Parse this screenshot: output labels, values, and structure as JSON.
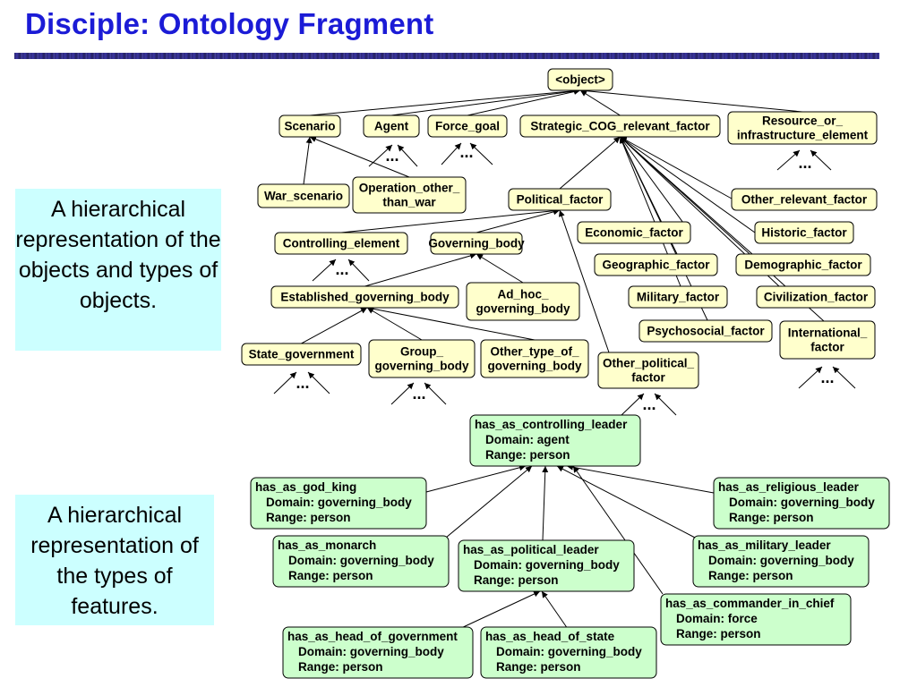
{
  "slide": {
    "title": "Disciple: Ontology Fragment",
    "note_objects": "A hierarchical representation of the objects and types of objects.",
    "note_features": "A hierarchical representation of the types of features."
  },
  "ellipsis": "...",
  "objects": {
    "object": [
      "<object>"
    ],
    "scenario": [
      "Scenario"
    ],
    "agent": [
      "Agent"
    ],
    "force_goal": [
      "Force_goal"
    ],
    "strategic": [
      "Strategic_COG_relevant_factor"
    ],
    "resource": [
      "Resource_or_",
      "infrastructure_element"
    ],
    "war_scenario": [
      "War_scenario"
    ],
    "operation_other": [
      "Operation_other_",
      "than_war"
    ],
    "political_factor": [
      "Political_factor"
    ],
    "other_relevant": [
      "Other_relevant_factor"
    ],
    "controlling_element": [
      "Controlling_element"
    ],
    "governing_body": [
      "Governing_body"
    ],
    "economic": [
      "Economic_factor"
    ],
    "historic": [
      "Historic_factor"
    ],
    "geographic": [
      "Geographic_factor"
    ],
    "demographic": [
      "Demographic_factor"
    ],
    "established_gb": [
      "Established_governing_body"
    ],
    "ad_hoc_gb": [
      "Ad_hoc_",
      "governing_body"
    ],
    "military": [
      "Military_factor"
    ],
    "civilization": [
      "Civilization_factor"
    ],
    "psychosocial": [
      "Psychosocial_factor"
    ],
    "international": [
      "International_",
      "factor"
    ],
    "state_government": [
      "State_government"
    ],
    "group_gb": [
      "Group_",
      "governing_body"
    ],
    "other_type_gb": [
      "Other_type_of_",
      "governing_body"
    ],
    "other_political": [
      "Other_political_",
      "factor"
    ]
  },
  "features": {
    "controlling_leader": [
      "has_as_controlling_leader",
      "Domain: agent",
      "Range: person"
    ],
    "god_king": [
      "has_as_god_king",
      "Domain: governing_body",
      "Range: person"
    ],
    "religious_leader": [
      "has_as_religious_leader",
      "Domain: governing_body",
      "Range: person"
    ],
    "monarch": [
      "has_as_monarch",
      "Domain: governing_body",
      "Range: person"
    ],
    "political_leader": [
      "has_as_political_leader",
      "Domain: governing_body",
      "Range: person"
    ],
    "military_leader": [
      "has_as_military_leader",
      "Domain: governing_body",
      "Range: person"
    ],
    "commander_in_chief": [
      "has_as_commander_in_chief",
      "Domain: force",
      "Range: person"
    ],
    "head_of_government": [
      "has_as_head_of_government",
      "Domain: governing_body",
      "Range: person"
    ],
    "head_of_state": [
      "has_as_head_of_state",
      "Domain: governing_body",
      "Range: person"
    ]
  },
  "edges": [
    [
      "scenario",
      "object"
    ],
    [
      "agent",
      "object"
    ],
    [
      "force_goal",
      "object"
    ],
    [
      "strategic",
      "object"
    ],
    [
      "resource",
      "object"
    ],
    [
      "war_scenario",
      "scenario"
    ],
    [
      "operation_other",
      "scenario"
    ],
    [
      "political_factor",
      "strategic"
    ],
    [
      "other_relevant",
      "strategic"
    ],
    [
      "economic",
      "strategic"
    ],
    [
      "historic",
      "strategic"
    ],
    [
      "geographic",
      "strategic"
    ],
    [
      "demographic",
      "strategic"
    ],
    [
      "military",
      "strategic"
    ],
    [
      "civilization",
      "strategic"
    ],
    [
      "psychosocial",
      "strategic"
    ],
    [
      "international",
      "strategic"
    ],
    [
      "controlling_element",
      "political_factor"
    ],
    [
      "governing_body",
      "political_factor"
    ],
    [
      "other_political",
      "political_factor"
    ],
    [
      "established_gb",
      "governing_body"
    ],
    [
      "ad_hoc_gb",
      "governing_body"
    ],
    [
      "state_government",
      "established_gb"
    ],
    [
      "group_gb",
      "established_gb"
    ],
    [
      "other_type_gb",
      "established_gb"
    ],
    [
      "god_king",
      "controlling_leader"
    ],
    [
      "religious_leader",
      "controlling_leader"
    ],
    [
      "monarch",
      "controlling_leader"
    ],
    [
      "political_leader",
      "controlling_leader"
    ],
    [
      "military_leader",
      "controlling_leader"
    ],
    [
      "commander_in_chief",
      "controlling_leader"
    ],
    [
      "head_of_government",
      "political_leader"
    ],
    [
      "head_of_state",
      "political_leader"
    ]
  ]
}
